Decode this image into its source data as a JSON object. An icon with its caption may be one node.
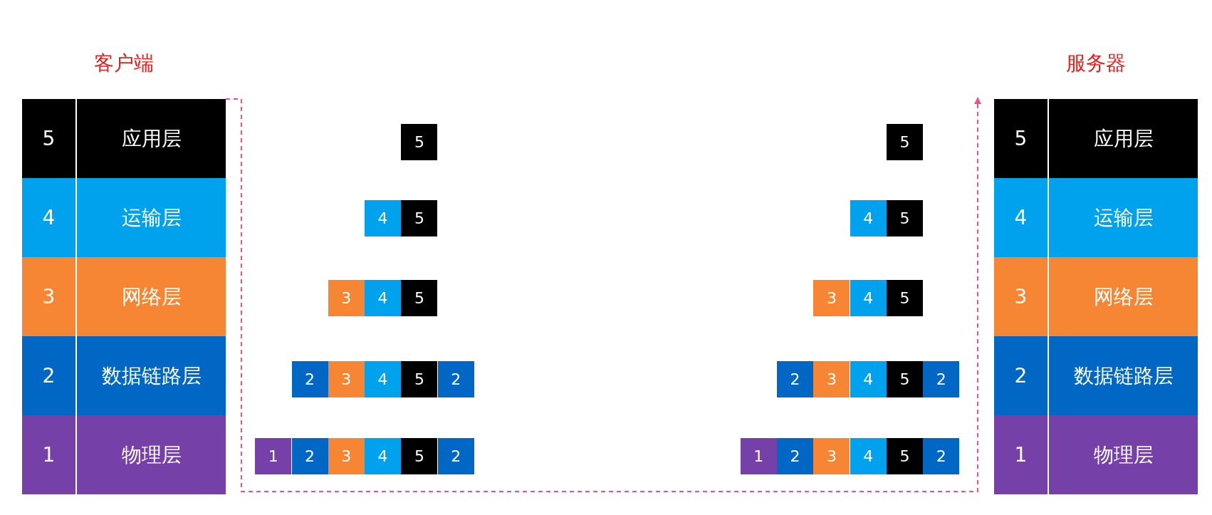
{
  "diagram": {
    "nodes": [
      {
        "text": [
          "客户端"
        ]
      },
      {
        "text": [
          "5",
          "应用层"
        ],
        "in": 0
      },
      {
        "text": [
          "4",
          "运输层"
        ],
        "in": 0
      },
      {
        "text": [
          "3",
          "网络层"
        ],
        "in": 0
      },
      {
        "text": [
          "2",
          "数据链路层"
        ],
        "in": 0
      },
      {
        "text": [
          "1",
          "物理层"
        ],
        "in": 0
      },
      {
        "text": [
          "服务器"
        ]
      },
      {
        "text": [
          "5",
          "应用层"
        ],
        "in": 6
      },
      {
        "text": [
          "4",
          "运输层"
        ],
        "in": 6
      },
      {
        "text": [
          "3",
          "网络层"
        ],
        "in": 6
      },
      {
        "text": [
          "2",
          "数据链路层"
        ],
        "in": 6
      },
      {
        "text": [
          "1",
          "物理层"
        ],
        "in": 6
      },
      {
        "text": [
          "5"
        ]
      },
      {
        "text": [
          "4"
        ]
      },
      {
        "text": [
          "5"
        ]
      },
      {
        "text": [
          "3"
        ]
      },
      {
        "text": [
          "4"
        ]
      },
      {
        "text": [
          "5"
        ]
      },
      {
        "text": [
          "2"
        ]
      },
      {
        "text": [
          "3"
        ]
      },
      {
        "text": [
          "4"
        ]
      },
      {
        "text": [
          "5"
        ]
      },
      {
        "text": [
          "2"
        ]
      },
      {
        "text": [
          "1"
        ]
      },
      {
        "text": [
          "2"
        ]
      },
      {
        "text": [
          "3"
        ]
      },
      {
        "text": [
          "4"
        ]
      },
      {
        "text": [
          "5"
        ]
      },
      {
        "text": [
          "2"
        ]
      },
      {
        "text": [
          "5"
        ]
      },
      {
        "text": [
          "4"
        ]
      },
      {
        "text": [
          "5"
        ]
      },
      {
        "text": [
          "3"
        ]
      },
      {
        "text": [
          "4"
        ]
      },
      {
        "text": [
          "5"
        ]
      },
      {
        "text": [
          "2"
        ]
      },
      {
        "text": [
          "3"
        ]
      },
      {
        "text": [
          "4"
        ]
      },
      {
        "text": [
          "5"
        ]
      },
      {
        "text": [
          "2"
        ]
      },
      {
        "text": [
          "1"
        ]
      },
      {
        "text": [
          "2"
        ]
      },
      {
        "text": [
          "3"
        ]
      },
      {
        "text": [
          "4"
        ]
      },
      {
        "text": [
          "5"
        ]
      },
      {
        "text": [
          "2"
        ]
      }
    ],
    "edges": [
      {
        "from": 0,
        "to": 6,
        "arrow": "to",
        "style": "dashed",
        "color": "#f0508c"
      }
    ]
  }
}
